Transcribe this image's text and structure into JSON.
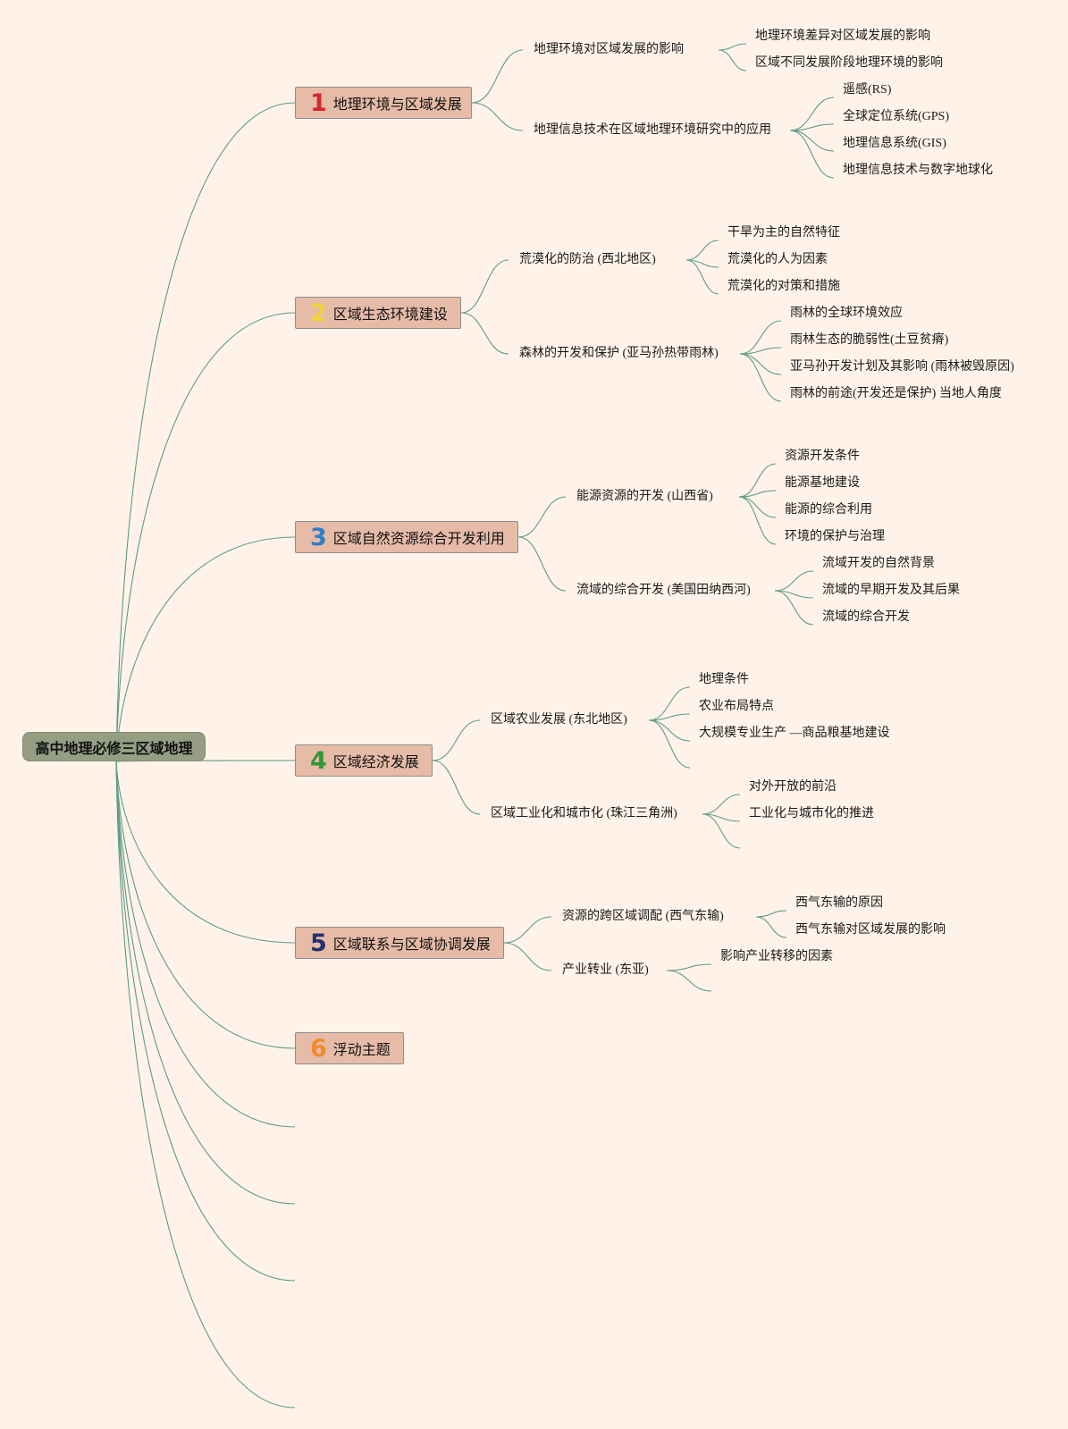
{
  "root": "高中地理必修三区域地理",
  "colors": {
    "background": "#fff3e9",
    "root_fill": "#959e83",
    "topic_fill": "#e6bba7",
    "line": "#5f9a86"
  },
  "topics": [
    {
      "number": "1",
      "number_color": "#d2262e",
      "label": "地理环境与区域发展",
      "subtopics": [
        {
          "label": "地理环境对区域发展的影响",
          "items": [
            "地理环境差异对区域发展的影响",
            "区域不同发展阶段地理环境的影响"
          ]
        },
        {
          "label": "地理信息技术在区域地理环境研究中的应用",
          "items": [
            "遥感(RS)",
            "全球定位系统(GPS)",
            "地理信息系统(GIS)",
            "地理信息技术与数字地球化"
          ]
        }
      ]
    },
    {
      "number": "2",
      "number_color": "#f2d23a",
      "label": "区域生态环境建设",
      "subtopics": [
        {
          "label": "荒漠化的防治 (西北地区)",
          "items": [
            "干旱为主的自然特征",
            "荒漠化的人为因素",
            "荒漠化的对策和措施"
          ]
        },
        {
          "label": "森林的开发和保护 (亚马孙热带雨林)",
          "items": [
            "雨林的全球环境效应",
            "雨林生态的脆弱性(土豆贫瘠)",
            "亚马孙开发计划及其影响 (雨林被毁原因)",
            "雨林的前途(开发还是保护) 当地人角度"
          ]
        }
      ]
    },
    {
      "number": "3",
      "number_color": "#2f7fc9",
      "label": "区域自然资源综合开发利用",
      "subtopics": [
        {
          "label": "能源资源的开发 (山西省)",
          "items": [
            "资源开发条件",
            "能源基地建设",
            "能源的综合利用",
            "环境的保护与治理"
          ]
        },
        {
          "label": "流域的综合开发 (美国田纳西河)",
          "items": [
            "流域开发的自然背景",
            "流域的早期开发及其后果",
            "流域的综合开发"
          ]
        }
      ]
    },
    {
      "number": "4",
      "number_color": "#2e9a37",
      "label": "区域经济发展",
      "subtopics": [
        {
          "label": "区域农业发展 (东北地区)",
          "items": [
            "地理条件",
            "农业布局特点",
            "大规模专业生产 —商品粮基地建设",
            ""
          ]
        },
        {
          "label": "区域工业化和城市化 (珠江三角洲)",
          "items": [
            "对外开放的前沿",
            "工业化与城市化的推进",
            ""
          ]
        }
      ]
    },
    {
      "number": "5",
      "number_color": "#23306f",
      "label": "区域联系与区域协调发展",
      "subtopics": [
        {
          "label": "资源的跨区域调配 (西气东输)",
          "items": [
            "西气东输的原因",
            "西气东输对区域发展的影响"
          ]
        },
        {
          "label": "产业转业 (东亚)",
          "items": [
            "影响产业转移的因素",
            ""
          ]
        }
      ]
    },
    {
      "number": "6",
      "number_color": "#f08a2a",
      "label": "浮动主题",
      "subtopics": []
    }
  ]
}
